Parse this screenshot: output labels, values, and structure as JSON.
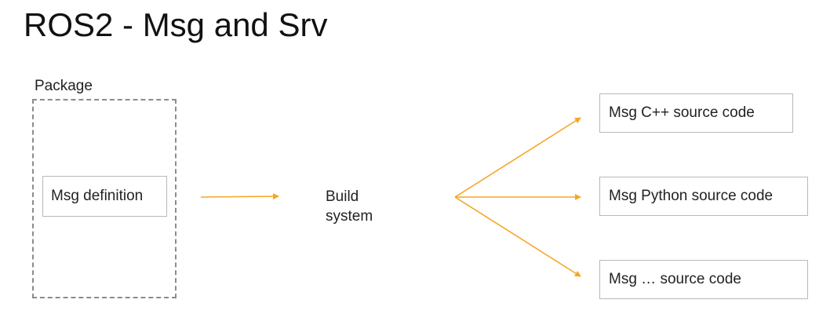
{
  "title": "ROS2 - Msg and Srv",
  "diagram": {
    "package_label": "Package",
    "source_node": "Msg definition",
    "build_node": {
      "line1": "Build",
      "line2": "system"
    },
    "outputs": [
      "Msg C++ source code",
      "Msg Python source code",
      "Msg … source code"
    ]
  },
  "colors": {
    "arrow": "#f5a623",
    "box_border": "#b8b8b8",
    "dashed_border": "#8c8c8c"
  }
}
